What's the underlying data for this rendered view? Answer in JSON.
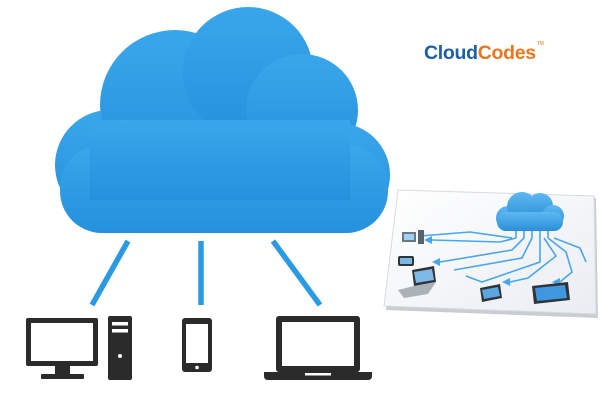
{
  "logo": {
    "part1": "Cloud",
    "part2": "Codes",
    "trademark": "TM"
  },
  "colors": {
    "cloud": "#2a9ae3",
    "cloud_highlight": "#4aaeed",
    "logo_blue": "#1d5fa8",
    "logo_orange": "#e8771e",
    "device": "#2b2b2b",
    "connector": "#2a9ae3"
  },
  "icons": [
    "cloud-icon",
    "desktop-monitor-icon",
    "desktop-tower-icon",
    "tablet-icon",
    "laptop-icon",
    "cloud-network-illustration"
  ]
}
